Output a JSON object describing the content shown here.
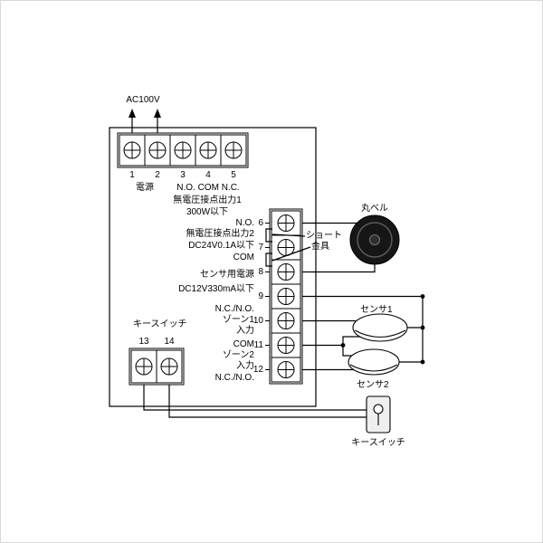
{
  "ac_power": "AC100V",
  "top_block": {
    "numbers": [
      "1",
      "2",
      "3",
      "4",
      "5"
    ],
    "power": "電源",
    "contacts": "N.O. COM N.C.",
    "output1": "無電圧接点出力1",
    "output1_rating": "300W以下"
  },
  "right_block": {
    "numbers": [
      "6",
      "7",
      "8",
      "9",
      "10",
      "11",
      "12"
    ],
    "labels": [
      "N.O.",
      "無電圧接点出力2",
      "DC24V0.1A以下",
      "COM",
      "センサ用電源",
      "DC12V330mA以下",
      "N.C./N.O.",
      "ゾーン1",
      "入力",
      "COM",
      "ゾーン2",
      "入力",
      "N.C./N.O."
    ]
  },
  "key_block": {
    "label": "キースイッチ",
    "numbers": [
      "13",
      "14"
    ]
  },
  "short_fitting": {
    "line1": "ショート",
    "line2": "金具"
  },
  "devices": {
    "bell": "丸ベル",
    "sensor1": "センサ1",
    "sensor2": "センサ2",
    "key_switch": "キースイッチ"
  },
  "colors": {
    "line": "#000000",
    "bell": "#161616",
    "background": "#ffffff"
  }
}
